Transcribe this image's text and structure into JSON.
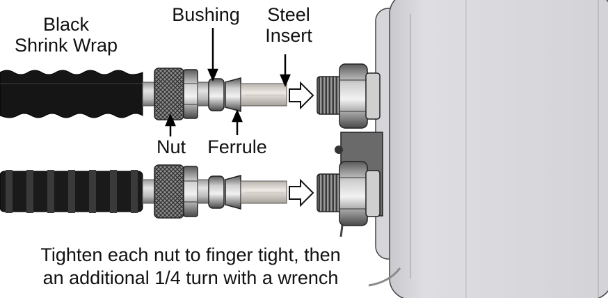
{
  "labels": {
    "black_shrink_wrap_line1": "Black",
    "black_shrink_wrap_line2": "Shrink Wrap",
    "bushing": "Bushing",
    "steel_insert_line1": "Steel",
    "steel_insert_line2": "Insert",
    "nut": "Nut",
    "ferrule": "Ferrule"
  },
  "caption": {
    "line1": "Tighten each nut to finger tight, then",
    "line2": "an additional 1/4 turn with a wrench"
  }
}
